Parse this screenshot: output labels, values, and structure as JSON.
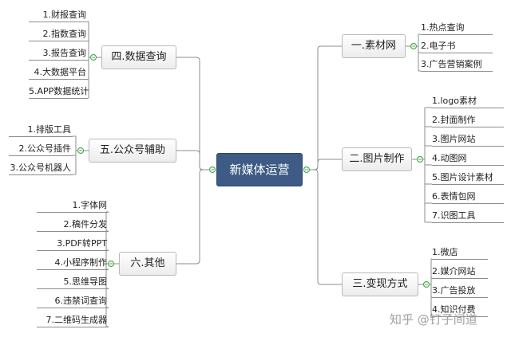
{
  "center": {
    "label": "新媒体运营"
  },
  "branches": [
    {
      "id": "b1",
      "label": "一.素材网",
      "side": "right",
      "leaves": [
        "1.热点查询",
        "2.电子书",
        "3.广告营销案例"
      ]
    },
    {
      "id": "b2",
      "label": "二.图片制作",
      "side": "right",
      "leaves": [
        "1.logo素材",
        "2.封面制作",
        "3.图片网站",
        "4.动图网",
        "5.图片设计素材",
        "6.表情包网",
        "7.识图工具"
      ]
    },
    {
      "id": "b3",
      "label": "三.变现方式",
      "side": "right",
      "leaves": [
        "1.微店",
        "2.媒介网站",
        "3.广告投放",
        "4.知识付费"
      ]
    },
    {
      "id": "b4",
      "label": "四.数据查询",
      "side": "left",
      "leaves": [
        "1.财报查询",
        "2.指数查询",
        "3.报告查询",
        "4.大数据平台",
        "5.APP数据统计"
      ]
    },
    {
      "id": "b5",
      "label": "五.公众号辅助",
      "side": "left",
      "leaves": [
        "1.排版工具",
        "2.公众号插件",
        "3.公众号机器人"
      ]
    },
    {
      "id": "b6",
      "label": "六.其他",
      "side": "left",
      "leaves": [
        "1.字体网",
        "2.稿件分发",
        "3.PDF转PPT",
        "4.小程序制作",
        "5.思维导图",
        "6.违禁词查询",
        "7.二维码生成器"
      ]
    }
  ],
  "watermark": "知乎 @钉子间道",
  "colors": {
    "center_fill": "#3d5b85",
    "line": "#8c8c8c",
    "connector_dot": "#4caf50"
  }
}
